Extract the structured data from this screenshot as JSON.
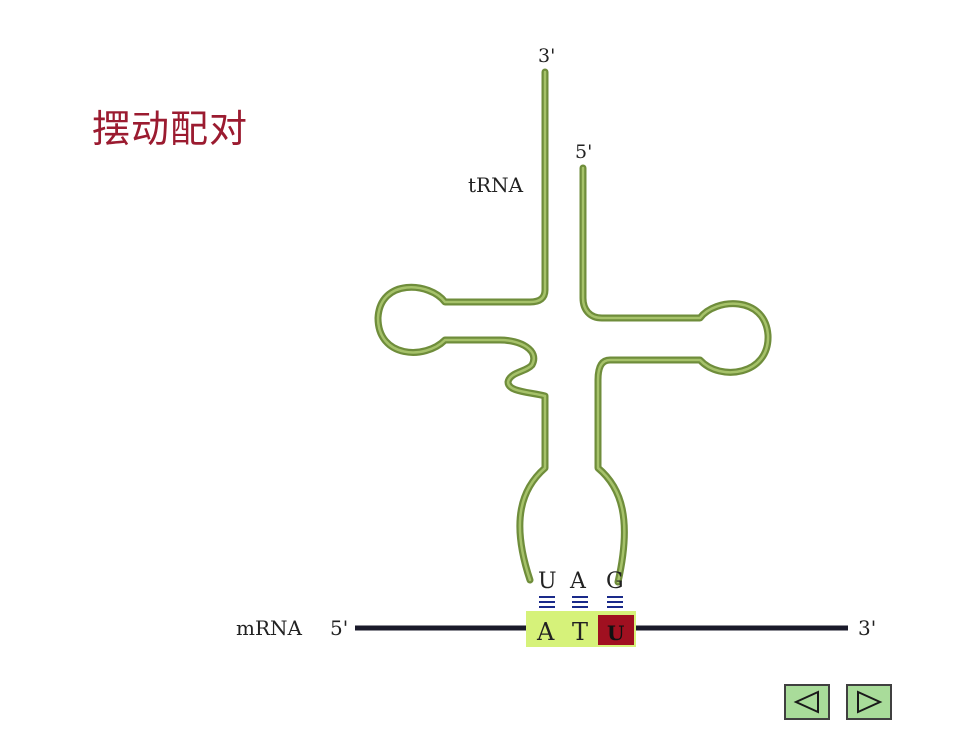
{
  "slide": {
    "title": "摆动配对"
  },
  "trna": {
    "label": "tRNA",
    "end_3": "3'",
    "end_5": "5'",
    "anticodon": [
      "U",
      "A",
      "G"
    ]
  },
  "mrna": {
    "label": "mRNA",
    "end_5": "5'",
    "end_3": "3'",
    "codon": [
      "A",
      "T",
      "U"
    ]
  },
  "colors": {
    "title": "#9b1b30",
    "strand": "#6f8d3b",
    "strand_core": "#a6c26a",
    "codon_bg": "#d6f27a",
    "wobble_bg": "#a01020",
    "bond": "#1a2a8a",
    "nav_button": "#a9dc9a"
  },
  "nav": {
    "prev_icon": "triangle-left-icon",
    "next_icon": "triangle-right-icon"
  }
}
